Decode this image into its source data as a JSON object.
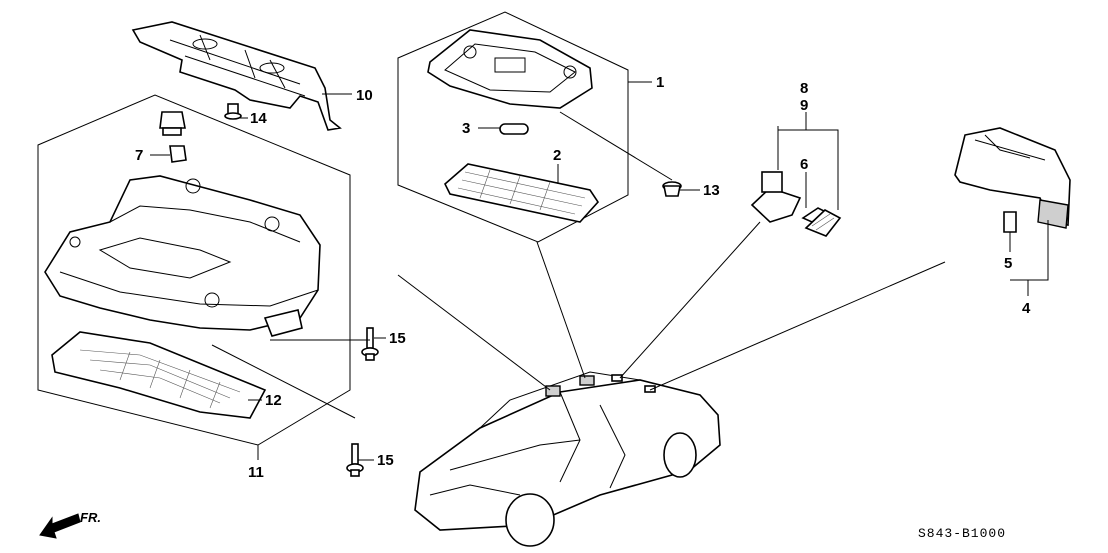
{
  "callouts": {
    "c1": "1",
    "c2": "2",
    "c3": "3",
    "c4": "4",
    "c5": "5",
    "c6": "6",
    "c7": "7",
    "c8": "8",
    "c9": "9",
    "c10": "10",
    "c11": "11",
    "c12": "12",
    "c13": "13",
    "c14": "14",
    "c15a": "15",
    "c15b": "15"
  },
  "diagram_code": "S843-B1000",
  "front_marker": "FR.",
  "colors": {
    "line": "#000000",
    "background": "#ffffff",
    "shade": "#cfcfcf"
  }
}
